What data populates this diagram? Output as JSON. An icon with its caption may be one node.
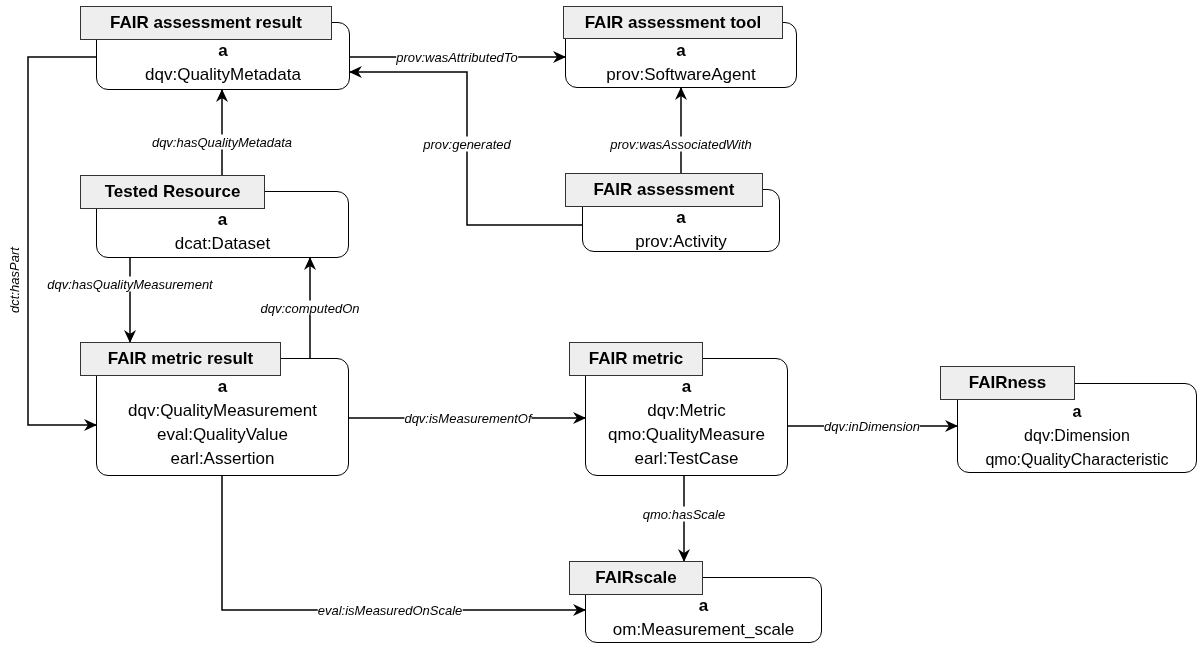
{
  "diagram": {
    "nodes": [
      {
        "text": [
          "FAIR assessment result",
          "a",
          "dqv:QualityMetadata"
        ]
      },
      {
        "text": [
          "FAIR assessment tool",
          "a",
          "prov:SoftwareAgent"
        ]
      },
      {
        "text": [
          "Tested Resource",
          "a",
          "dcat:Dataset"
        ]
      },
      {
        "text": [
          "FAIR assessment",
          "a",
          "prov:Activity"
        ]
      },
      {
        "text": [
          "FAIR metric result",
          "a",
          "dqv:QualityMeasurement",
          "eval:QualityValue",
          "earl:Assertion"
        ]
      },
      {
        "text": [
          "FAIR metric",
          "a",
          "dqv:Metric",
          "qmo:QualityMeasure",
          "earl:TestCase"
        ]
      },
      {
        "text": [
          "FAIRness",
          "a",
          "dqv:Dimension",
          "qmo:QualityCharacteristic"
        ]
      },
      {
        "text": [
          "FAIRscale",
          "a",
          "om:Measurement_scale"
        ]
      }
    ],
    "edges": [
      {
        "from": 2,
        "to": 0,
        "arrow": "to",
        "label": "dqv:hasQualityMetadata"
      },
      {
        "from": 0,
        "to": 1,
        "arrow": "to",
        "label": "prov:wasAttributedTo"
      },
      {
        "from": 3,
        "to": 0,
        "arrow": "to",
        "label": "prov:generated"
      },
      {
        "from": 3,
        "to": 1,
        "arrow": "to",
        "label": "prov:wasAssociatedWith"
      },
      {
        "from": 0,
        "to": 4,
        "arrow": "to",
        "label": "dct:hasPart"
      },
      {
        "from": 2,
        "to": 4,
        "arrow": "to",
        "label": "dqv:hasQualityMeasurement"
      },
      {
        "from": 4,
        "to": 2,
        "arrow": "to",
        "label": "dqv:computedOn"
      },
      {
        "from": 4,
        "to": 5,
        "arrow": "to",
        "label": "dqv:isMeasurementOf"
      },
      {
        "from": 5,
        "to": 6,
        "arrow": "to",
        "label": "dqv:inDimension"
      },
      {
        "from": 5,
        "to": 7,
        "arrow": "to",
        "label": "qmo:hasScale"
      },
      {
        "from": 4,
        "to": 7,
        "arrow": "to",
        "label": "eval:isMeasuredOnScale"
      }
    ]
  }
}
